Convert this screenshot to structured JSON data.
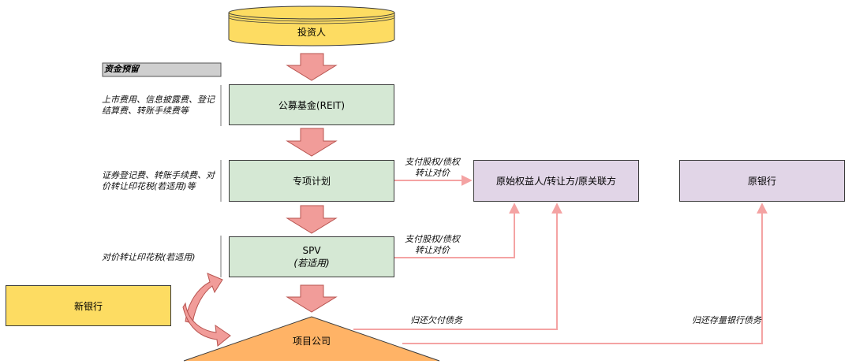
{
  "nodes": {
    "investor": "投资人",
    "fund": "公募基金(REIT)",
    "plan": "专项计划",
    "spv_title": "SPV",
    "spv_sub": "(若适用)",
    "original_holders": "原始权益人/转让方/原关联方",
    "original_bank": "原银行",
    "new_bank": "新银行",
    "project_company": "项目公司"
  },
  "side_notes": {
    "reserve_title": "资金预留",
    "fund_fees": "上市费用、信息披露费、登记结算费、转账手续费等",
    "plan_fees": "证券登记费、转账手续费、对价转让印花税(若适用)等",
    "spv_fees": "对价转让印花税(若适用)"
  },
  "edges": {
    "pay_equity_1": "支付股权/债权转让对价",
    "pay_equity_2": "支付股权/债权转让对价",
    "repay_owed": "归还欠付债务",
    "repay_bank": "归还存量银行债务"
  },
  "colors": {
    "green_fill": "#d5e8d4",
    "purple_fill": "#e1d5e7",
    "yellow_fill": "#fddc62",
    "orange_fill": "#ffb366",
    "arrow_fill": "#f19c99",
    "edge_line": "#f4a3a3",
    "reserve_fill": "#cfcfcf"
  }
}
